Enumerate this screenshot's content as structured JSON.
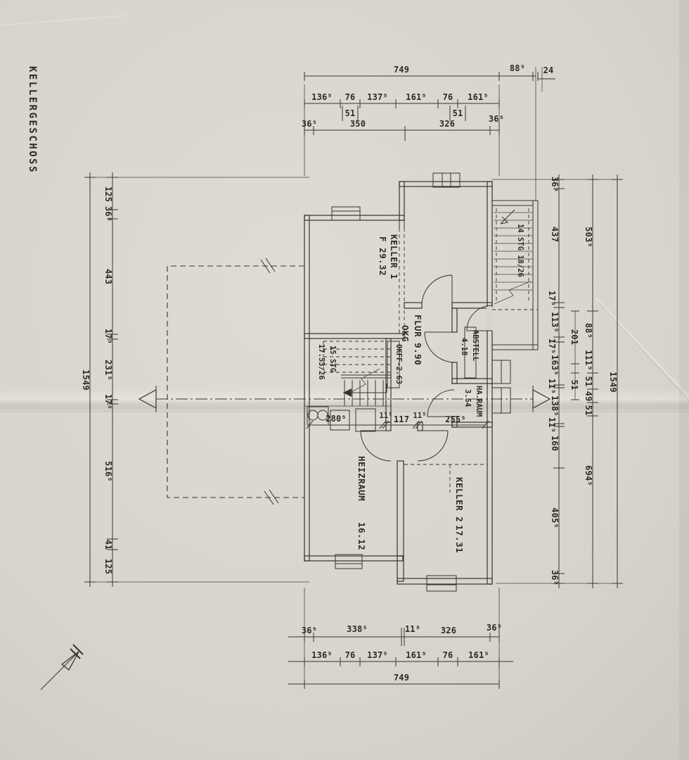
{
  "title": "KELLERGESCHOSS",
  "colors": {
    "paper": "#d8d4cc",
    "ink": "#37342d"
  },
  "rooms": {
    "keller1": {
      "name": "KELLER 1",
      "area": "F 29.32"
    },
    "flur": {
      "name": "FLUR 9.90",
      "okg": "OKG",
      "level": "OKFF-2.63"
    },
    "abstell": {
      "name": "ABSTELL",
      "area": "4.18"
    },
    "haraum": {
      "name": "HA.RAUM",
      "area": "3.54"
    },
    "heizraum": {
      "name": "HEIZRAUM",
      "area": "16.12"
    },
    "keller2": {
      "name": "KELLER 2",
      "area": "17.31"
    },
    "innentreppe": {
      "line1": "15 STG",
      "line2": "17.53/26"
    },
    "aussentreppe": {
      "label": "14 STG 18/26"
    }
  },
  "dims": {
    "top_total": "749",
    "top_right_a": "88⁵",
    "top_right_b": "24",
    "top_row2": [
      "136⁵",
      "76",
      "137⁵",
      "161⁵",
      "76",
      "161⁵"
    ],
    "top_row2_sub": [
      "51",
      "51"
    ],
    "top_row3": [
      "36⁵",
      "350",
      "326",
      "36⁵"
    ],
    "bottom_row1": [
      "36⁵",
      "338⁵",
      "11⁵",
      "326",
      "36⁵"
    ],
    "bottom_row2": [
      "136⁵",
      "76",
      "137⁵",
      "161⁵",
      "76",
      "161⁵"
    ],
    "bottom_total": "749",
    "left_chain": [
      "125",
      "36⁵",
      "443",
      "17⁵",
      "231⁵",
      "17⁵",
      "516⁵",
      "41",
      "125"
    ],
    "left_total": "1549",
    "right_inner": [
      "36⁵",
      "437",
      "17⁵",
      "113⁵",
      "17⁵",
      "163⁵",
      "11⁵",
      "138⁵",
      "11⁵",
      "160",
      "405⁵",
      "36⁵"
    ],
    "right_mid": [
      "503⁵",
      "201",
      "88⁵",
      "111⁵",
      "51",
      "51",
      "49",
      "51",
      "694⁵"
    ],
    "right_total": "1549",
    "interior": [
      "280⁵",
      "11⁵",
      "117",
      "11⁵",
      "255⁵"
    ]
  }
}
